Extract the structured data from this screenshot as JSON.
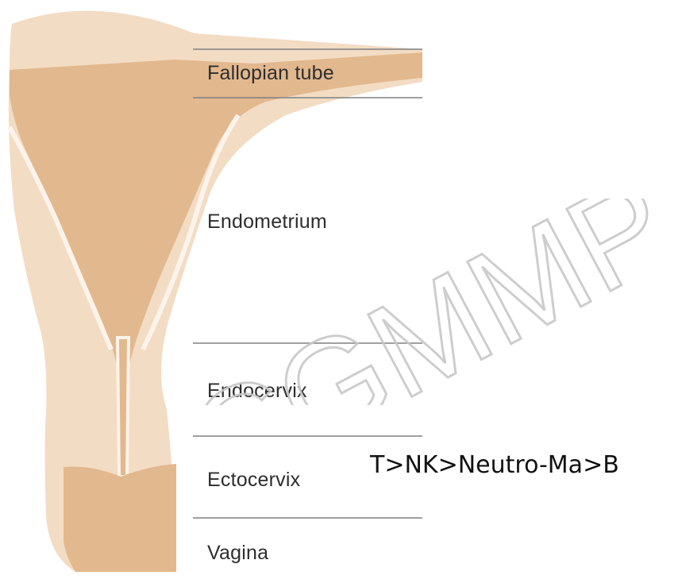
{
  "regions": [
    {
      "id": "fallopian-tube",
      "label": "Fallopian tube"
    },
    {
      "id": "endometrium",
      "label": "Endometrium"
    },
    {
      "id": "endocervix",
      "label": "Endocervix"
    },
    {
      "id": "ectocervix",
      "label": "Ectocervix"
    },
    {
      "id": "vagina",
      "label": "Vagina"
    }
  ],
  "annotation": "T>NK>Neutro-Ma>B",
  "watermark": "CGMMP",
  "colors": {
    "outer_tissue": "#f3dcc4",
    "inner_tissue": "#e2b88e",
    "lining": "#fcf3ea",
    "divider_line": "#808080",
    "watermark": "#c8c8c8"
  }
}
